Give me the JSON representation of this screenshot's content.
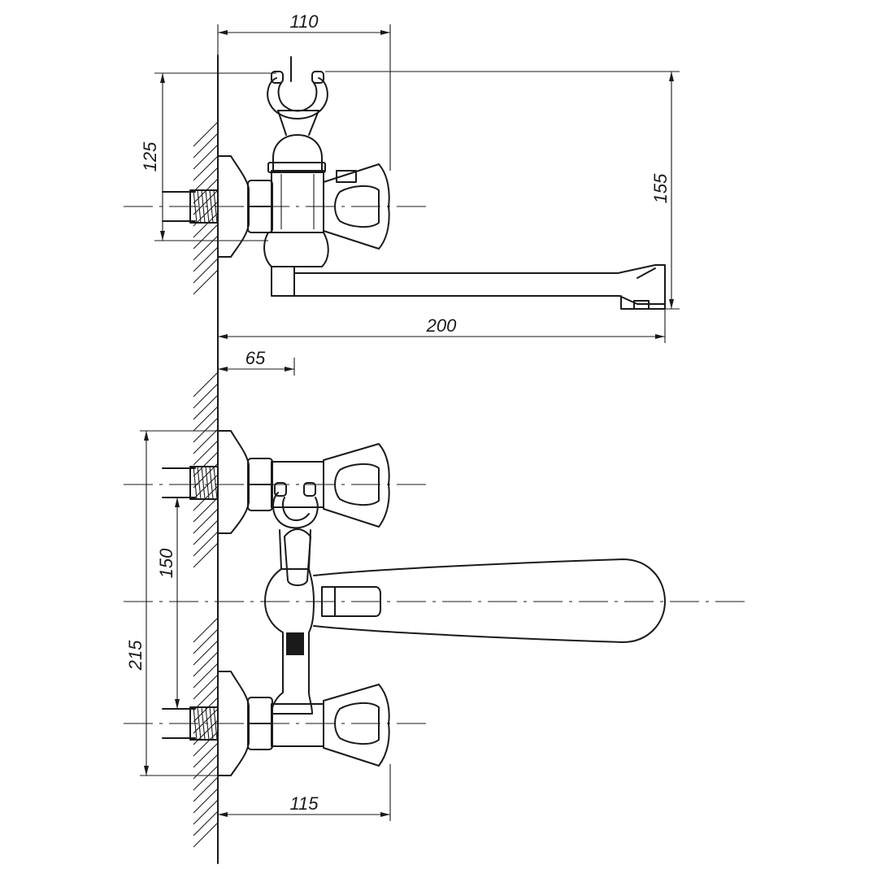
{
  "colors": {
    "ink": "#1a1a1a",
    "background": "#ffffff"
  },
  "dimensions": {
    "top_width_110": "110",
    "top_height_125": "125",
    "top_height_155": "155",
    "spout_length_200": "200",
    "offset_65": "65",
    "inlet_spacing_150": "150",
    "overall_215": "215",
    "body_depth_115": "115"
  }
}
